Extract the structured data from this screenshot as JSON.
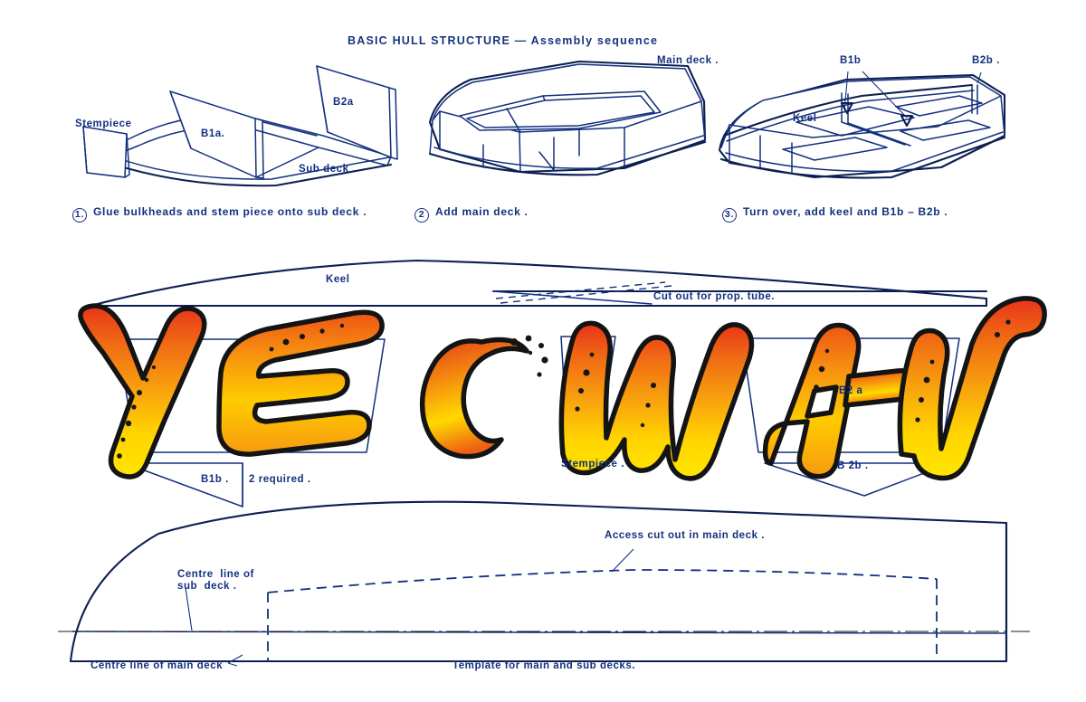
{
  "sheet": {
    "title": "BASIC  HULL  STRUCTURE  — Assembly  sequence",
    "background": "#ffffff",
    "ink": "#12307e"
  },
  "assembly_steps": [
    {
      "number": "1.",
      "caption": "Glue  bulkheads  and  stem piece  onto  sub  deck .",
      "labels": [
        "Stempiece",
        "B1a.",
        "B2a",
        "Sub  deck"
      ]
    },
    {
      "number": "2",
      "caption": "Add  main  deck .",
      "labels": [
        "Main  deck ."
      ]
    },
    {
      "number": "3.",
      "caption": "Turn  over,  add  keel  and  B1b  – B2b .",
      "labels": [
        "B1b",
        "B2b .",
        "Keel"
      ]
    }
  ],
  "keel_drawing": {
    "labels": {
      "keel": "Keel",
      "cutout": "Cut out   for  prop. tube."
    }
  },
  "bulkhead_templates": {
    "labels": {
      "b1b": "B1b .",
      "b1b_qty": "2 required .",
      "stempiece": "Stempiece .",
      "b2a": "B2 a",
      "b2b": "B 2b ."
    }
  },
  "deck_template": {
    "labels": {
      "access": "Access  cut out  in  main  deck .",
      "centre_sub": "Centre  line of\nsub  deck .",
      "centre_main": "Centre  line of  main  deck",
      "caption": "Template   for  main  and  sub  decks."
    }
  },
  "artwork": {
    "word": "YEOMAN",
    "letters": [
      "Y",
      "E",
      "O",
      "M",
      "A",
      "N"
    ],
    "colors": {
      "top": "#e8341a",
      "mid": "#f49a12",
      "bottom": "#ffe000",
      "outline": "#141414"
    }
  }
}
